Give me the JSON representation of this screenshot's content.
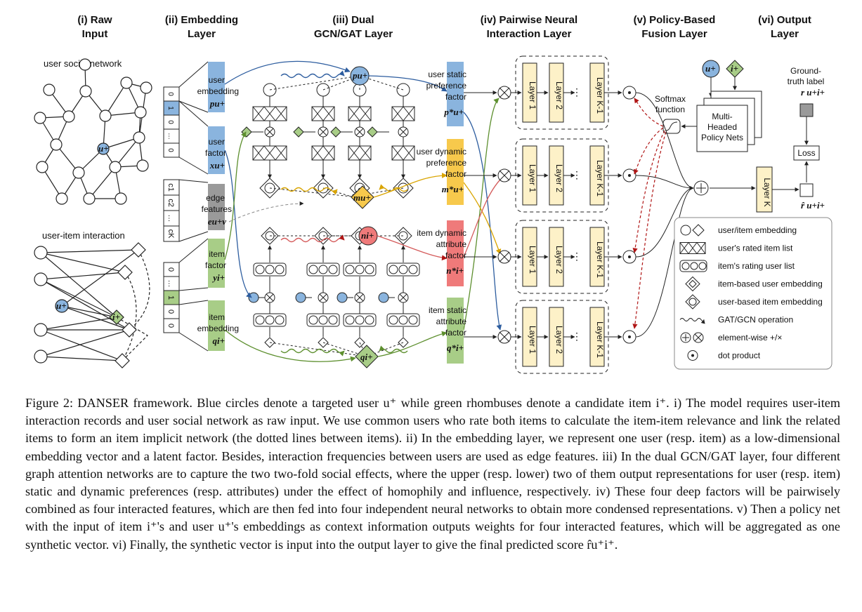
{
  "headers": {
    "raw_input": [
      "(i) Raw",
      "Input"
    ],
    "embedding": [
      "(ii) Embedding",
      "Layer"
    ],
    "gcn": [
      "(iii) Dual",
      "GCN/GAT Layer"
    ],
    "pairwise": [
      "(iv) Pairwise Neural",
      "Interaction Layer"
    ],
    "policy": [
      "(v) Policy-Based",
      "Fusion Layer"
    ],
    "output": [
      "(vi) Output",
      "Layer"
    ]
  },
  "raw_input": {
    "social_label": "user social network",
    "interaction_label": "user-item interaction",
    "user_node": "u+",
    "item_node": "i+"
  },
  "onehot": {
    "user": [
      "0",
      "1",
      "0",
      "…",
      "0"
    ],
    "item": [
      "0",
      "…",
      "1",
      "0",
      "0"
    ],
    "edge": [
      "c1",
      "c2",
      "…",
      "cK"
    ]
  },
  "embeddings": {
    "user_embedding": [
      "user",
      "embedding",
      "pu+"
    ],
    "user_factor": [
      "user",
      "factor",
      "xu+"
    ],
    "edge_features": [
      "edge",
      "features",
      "eu+v"
    ],
    "item_factor": [
      "item",
      "factor",
      "yi+"
    ],
    "item_embedding": [
      "item",
      "embedding",
      "qi+"
    ]
  },
  "gcn_nodes": {
    "p": "pu+",
    "m": "mu+",
    "n": "ni+",
    "q": "qi+"
  },
  "factors": [
    {
      "lines": [
        "user static",
        "preference",
        "factor"
      ],
      "sym": "p*u+",
      "color": "#8ab4de"
    },
    {
      "lines": [
        "user dynamic",
        "preference",
        "factor"
      ],
      "sym": "m*u+",
      "color": "#f7c94c"
    },
    {
      "lines": [
        "item dynamic",
        "attribute",
        "factor"
      ],
      "sym": "n*i+",
      "color": "#ef7a7a"
    },
    {
      "lines": [
        "item static",
        "attribute",
        "factor"
      ],
      "sym": "q*i+",
      "color": "#a8cd87"
    }
  ],
  "layers": [
    "Layer 1",
    "Layer 2",
    "⋮",
    "Layer K-1"
  ],
  "policy": {
    "softmax": [
      "Softmax",
      "function"
    ],
    "nets": [
      "Multi-",
      "Headed",
      "Policy Nets"
    ],
    "user_node": "u+",
    "item_node": "i+"
  },
  "output": {
    "label": [
      "Ground-",
      "truth label"
    ],
    "label_sym": "r u+i+",
    "loss": "Loss",
    "layer_k": "Layer K",
    "pred_sym": "r̂ u+i+"
  },
  "legend": [
    {
      "icon": "circle-diamond",
      "text": "user/item embedding"
    },
    {
      "icon": "rated-list",
      "text": "user's rated item list"
    },
    {
      "icon": "rating-user-list",
      "text": "item's rating user list"
    },
    {
      "icon": "diamond-in-diamond",
      "text": "item-based user embedding"
    },
    {
      "icon": "circle-in-diamond",
      "text": "user-based item embedding"
    },
    {
      "icon": "wavy-arrow",
      "text": "GAT/GCN operation"
    },
    {
      "icon": "plus-times",
      "text": "element-wise +/×"
    },
    {
      "icon": "dot",
      "text": "dot product"
    }
  ],
  "colors": {
    "blue": "#8ab4de",
    "green": "#a8cd87",
    "yellow": "#f7c94c",
    "red": "#ef7a7a",
    "layer": "#fdf1c8",
    "gray": "#9a9a9a"
  },
  "caption": [
    "Figure 2: DANSER framework. Blue circles denote a targeted user u⁺ while green rhombuses denote a candidate item i⁺. i) The model requires user-item interaction records and user social network as raw input. We use common users who rate both items to calculate the item-item relevance and link the related items to form an item implicit network (the dotted lines between items). ii) In the embedding layer, we represent one user (resp. item) as a low-dimensional embedding vector and a latent factor. Besides, interaction frequencies between users are used as edge features. iii) In the dual GCN/GAT layer, four different graph attention networks are to capture the two two-fold social effects, where the upper (resp. lower) two of them output representations for user (resp. item) static and dynamic preferences (resp. attributes) under the effect of homophily and influence, respectively. iv) These four deep factors will be pairwisely combined as four interacted features, which are then fed into four independent neural networks to obtain more condensed representations. v) Then a policy net with the input of item i⁺'s and user u⁺'s embeddings as context information outputs weights for four interacted features, which will be aggregated as one synthetic vector. vi) Finally, the synthetic vector is input into the output layer to give the final predicted score r̂u⁺i⁺."
  ]
}
